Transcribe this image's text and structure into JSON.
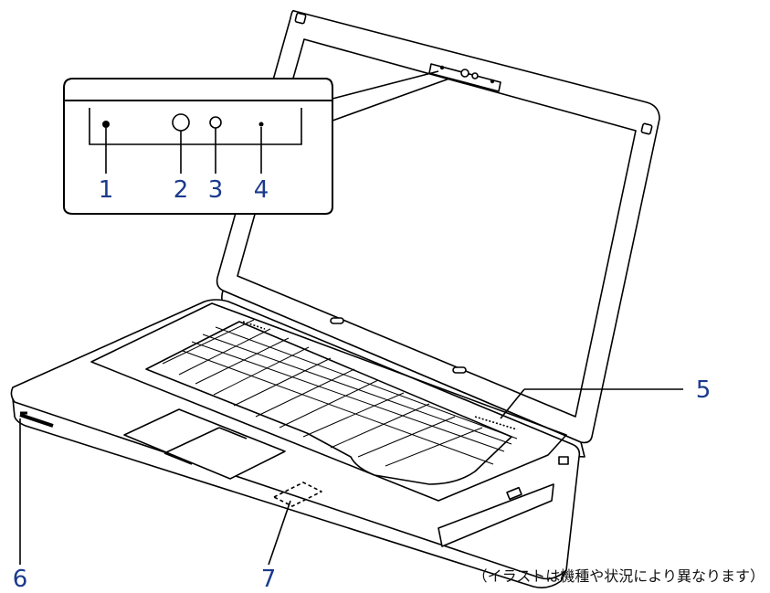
{
  "colors": {
    "callout_number": "#1a3a8c",
    "line": "#000000",
    "body_fill": "#ffffff"
  },
  "callouts": [
    {
      "id": "1",
      "label": "1"
    },
    {
      "id": "2",
      "label": "2"
    },
    {
      "id": "3",
      "label": "3"
    },
    {
      "id": "4",
      "label": "4"
    },
    {
      "id": "5",
      "label": "5"
    },
    {
      "id": "6",
      "label": "6"
    },
    {
      "id": "7",
      "label": "7"
    }
  ],
  "caption": "（イラストは機種や状況により異なります）"
}
